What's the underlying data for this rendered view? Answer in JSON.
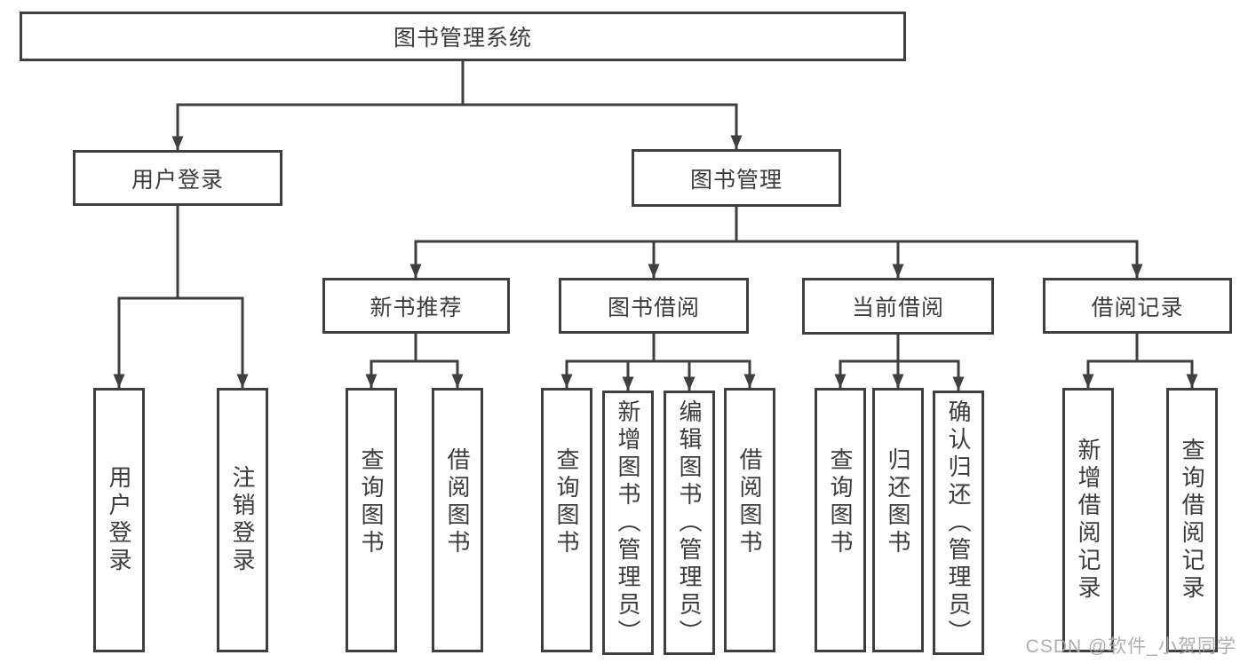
{
  "diagram": {
    "root": {
      "label": "图书管理系统"
    },
    "branches": {
      "user_login": {
        "label": "用户登录",
        "children": {
          "login": {
            "label": "用户登录"
          },
          "logout": {
            "label": "注销登录"
          }
        }
      },
      "book_management": {
        "label": "图书管理",
        "sections": {
          "new_books": {
            "label": "新书推荐",
            "children": {
              "query": {
                "label": "查询图书"
              },
              "borrow": {
                "label": "借阅图书"
              }
            }
          },
          "borrowing": {
            "label": "图书借阅",
            "children": {
              "query": {
                "label": "查询图书"
              },
              "add": {
                "label": "新增图书（管理员）"
              },
              "edit": {
                "label": "编辑图书（管理员）"
              },
              "borrow": {
                "label": "借阅图书"
              }
            }
          },
          "current": {
            "label": "当前借阅",
            "children": {
              "query": {
                "label": "查询图书"
              },
              "return": {
                "label": "归还图书"
              },
              "confirm": {
                "label": "确认归还（管理员）"
              }
            }
          },
          "records": {
            "label": "借阅记录",
            "children": {
              "add": {
                "label": "新增借阅记录"
              },
              "query": {
                "label": "查询借阅记录"
              }
            }
          }
        }
      }
    }
  },
  "watermark": {
    "text": "CSDN @软件_小贺同学"
  },
  "colors": {
    "line": "#3f3f3f",
    "text": "#3c3c3c",
    "watermark": "#a8a8a8",
    "background": "#ffffff"
  }
}
